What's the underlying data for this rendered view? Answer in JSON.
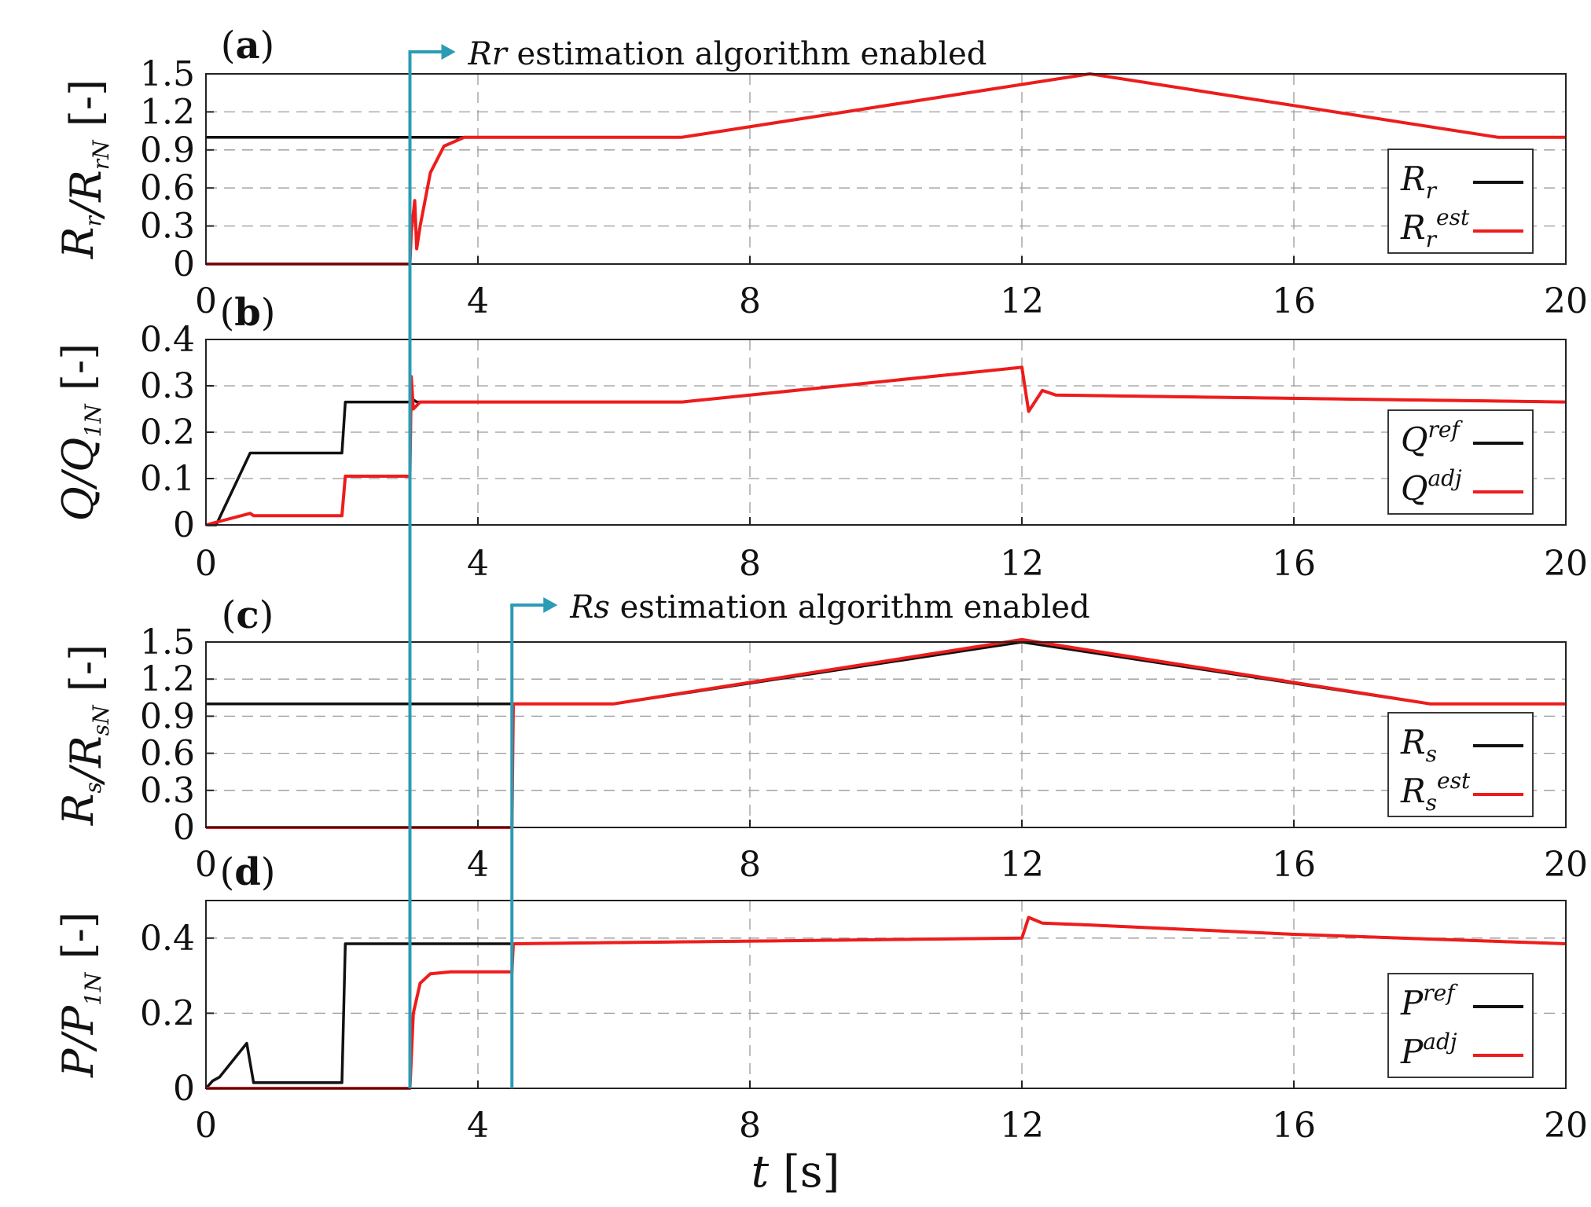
{
  "colors": {
    "reference": "#111111",
    "estimated": "#ee1c1c",
    "marker": "#2a9cb4",
    "grid": "#9a9a9a"
  },
  "xlabel": {
    "symbol": "t",
    "unit": "[s]"
  },
  "annotations": [
    {
      "symbol": "Rr",
      "text": "estimation algorithm enabled",
      "x": 3
    },
    {
      "symbol": "Rs",
      "text": "estimation algorithm enabled",
      "x": 4.5
    }
  ],
  "chart_data": [
    {
      "type": "line",
      "panel": "(a)",
      "panel_letter": "a",
      "ylabel": {
        "main": "R",
        "sub": "r",
        "mid": "/R",
        "sub2": "rN",
        "unit": "[-]"
      },
      "xlim": [
        0,
        20
      ],
      "ylim": [
        0,
        1.5
      ],
      "xticks": [
        0,
        4,
        8,
        12,
        16,
        20
      ],
      "yticks": [
        0,
        0.3,
        0.6,
        0.9,
        1.2,
        1.5
      ],
      "ytick_labels": [
        "0",
        "0.3",
        "0.6",
        "0.9",
        "1.2",
        "1.5"
      ],
      "grid": true,
      "legend_position": "lower-right",
      "series": [
        {
          "name": "Rr",
          "name_base": "R",
          "name_sub": "r",
          "name_sup": "",
          "color_key": "reference",
          "points": [
            [
              0,
              1.0
            ],
            [
              7,
              1.0
            ],
            [
              13,
              1.5
            ],
            [
              19,
              1.0
            ],
            [
              20,
              1.0
            ]
          ]
        },
        {
          "name": "Rr est",
          "name_base": "R",
          "name_sub": "r",
          "name_sup": "est",
          "color_key": "estimated",
          "points": [
            [
              0,
              0
            ],
            [
              3.0,
              0
            ],
            [
              3.02,
              0.25
            ],
            [
              3.07,
              0.5
            ],
            [
              3.1,
              0.12
            ],
            [
              3.15,
              0.3
            ],
            [
              3.3,
              0.72
            ],
            [
              3.5,
              0.93
            ],
            [
              3.8,
              1.0
            ],
            [
              7,
              1.0
            ],
            [
              13,
              1.5
            ],
            [
              19,
              1.0
            ],
            [
              20,
              1.0
            ]
          ]
        }
      ]
    },
    {
      "type": "line",
      "panel": "(b)",
      "panel_letter": "b",
      "ylabel": {
        "main": "Q",
        "sub": "",
        "mid": "/Q",
        "sub2": "1N",
        "unit": "[-]"
      },
      "xlim": [
        0,
        20
      ],
      "ylim": [
        0,
        0.4
      ],
      "xticks": [
        0,
        4,
        8,
        12,
        16,
        20
      ],
      "yticks": [
        0,
        0.1,
        0.2,
        0.3,
        0.4
      ],
      "ytick_labels": [
        "0",
        "0.1",
        "0.2",
        "0.3",
        "0.4"
      ],
      "grid": true,
      "legend_position": "lower-right",
      "series": [
        {
          "name": "Q ref",
          "name_base": "Q",
          "name_sub": "",
          "name_sup": "ref",
          "color_key": "reference",
          "points": [
            [
              0,
              0
            ],
            [
              0.15,
              0
            ],
            [
              0.65,
              0.155
            ],
            [
              2.0,
              0.155
            ],
            [
              2.05,
              0.265
            ],
            [
              3.0,
              0.265
            ],
            [
              3.05,
              0.27
            ],
            [
              3.1,
              0.265
            ],
            [
              7,
              0.265
            ],
            [
              12,
              0.34
            ],
            [
              12.1,
              0.245
            ],
            [
              12.3,
              0.29
            ],
            [
              12.5,
              0.28
            ],
            [
              20,
              0.265
            ]
          ]
        },
        {
          "name": "Q adj",
          "name_base": "Q",
          "name_sub": "",
          "name_sup": "adj",
          "color_key": "estimated",
          "points": [
            [
              0,
              0
            ],
            [
              0.65,
              0.025
            ],
            [
              0.7,
              0.02
            ],
            [
              2.0,
              0.02
            ],
            [
              2.05,
              0.105
            ],
            [
              3.0,
              0.105
            ],
            [
              3.02,
              0.32
            ],
            [
              3.05,
              0.25
            ],
            [
              3.15,
              0.265
            ],
            [
              7,
              0.265
            ],
            [
              12,
              0.34
            ],
            [
              12.1,
              0.245
            ],
            [
              12.3,
              0.29
            ],
            [
              12.5,
              0.28
            ],
            [
              20,
              0.265
            ]
          ]
        }
      ]
    },
    {
      "type": "line",
      "panel": "(c)",
      "panel_letter": "c",
      "ylabel": {
        "main": "R",
        "sub": "s",
        "mid": "/R",
        "sub2": "sN",
        "unit": "[-]"
      },
      "xlim": [
        0,
        20
      ],
      "ylim": [
        0,
        1.5
      ],
      "xticks": [
        0,
        4,
        8,
        12,
        16,
        20
      ],
      "yticks": [
        0,
        0.3,
        0.6,
        0.9,
        1.2,
        1.5
      ],
      "ytick_labels": [
        "0",
        "0.3",
        "0.6",
        "0.9",
        "1.2",
        "1.5"
      ],
      "grid": true,
      "legend_position": "lower-right",
      "series": [
        {
          "name": "Rs",
          "name_base": "R",
          "name_sub": "s",
          "name_sup": "",
          "color_key": "reference",
          "points": [
            [
              0,
              1.0
            ],
            [
              6,
              1.0
            ],
            [
              12,
              1.5
            ],
            [
              18,
              1.0
            ],
            [
              20,
              1.0
            ]
          ]
        },
        {
          "name": "Rs est",
          "name_base": "R",
          "name_sub": "s",
          "name_sup": "est",
          "color_key": "estimated",
          "points": [
            [
              0,
              0
            ],
            [
              4.5,
              0
            ],
            [
              4.52,
              1.0
            ],
            [
              6,
              1.0
            ],
            [
              12,
              1.52
            ],
            [
              18,
              1.0
            ],
            [
              20,
              1.0
            ]
          ]
        }
      ]
    },
    {
      "type": "line",
      "panel": "(d)",
      "panel_letter": "d",
      "ylabel": {
        "main": "P",
        "sub": "",
        "mid": "/P",
        "sub2": "1N",
        "unit": "[-]"
      },
      "xlim": [
        0,
        20
      ],
      "ylim": [
        0,
        0.5
      ],
      "xticks": [
        0,
        4,
        8,
        12,
        16,
        20
      ],
      "yticks": [
        0,
        0.2,
        0.4
      ],
      "ytick_labels": [
        "0",
        "0.2",
        "0.4"
      ],
      "grid": true,
      "legend_position": "lower-right",
      "series": [
        {
          "name": "P ref",
          "name_base": "P",
          "name_sub": "",
          "name_sup": "ref",
          "color_key": "reference",
          "points": [
            [
              0,
              0
            ],
            [
              0.1,
              0.02
            ],
            [
              0.2,
              0.03
            ],
            [
              0.6,
              0.12
            ],
            [
              0.7,
              0.015
            ],
            [
              2.0,
              0.015
            ],
            [
              2.05,
              0.385
            ],
            [
              4.5,
              0.385
            ],
            [
              4.55,
              0.385
            ],
            [
              12,
              0.4
            ],
            [
              12.1,
              0.455
            ],
            [
              12.3,
              0.44
            ],
            [
              13,
              0.435
            ],
            [
              16,
              0.41
            ],
            [
              20,
              0.385
            ]
          ]
        },
        {
          "name": "P adj",
          "name_base": "P",
          "name_sub": "",
          "name_sup": "adj",
          "color_key": "estimated",
          "points": [
            [
              0,
              0
            ],
            [
              3.0,
              0
            ],
            [
              3.05,
              0.2
            ],
            [
              3.15,
              0.28
            ],
            [
              3.3,
              0.305
            ],
            [
              3.6,
              0.31
            ],
            [
              4.5,
              0.31
            ],
            [
              4.52,
              0.385
            ],
            [
              12,
              0.4
            ],
            [
              12.1,
              0.455
            ],
            [
              12.3,
              0.44
            ],
            [
              13,
              0.435
            ],
            [
              16,
              0.41
            ],
            [
              20,
              0.385
            ]
          ]
        }
      ]
    }
  ]
}
